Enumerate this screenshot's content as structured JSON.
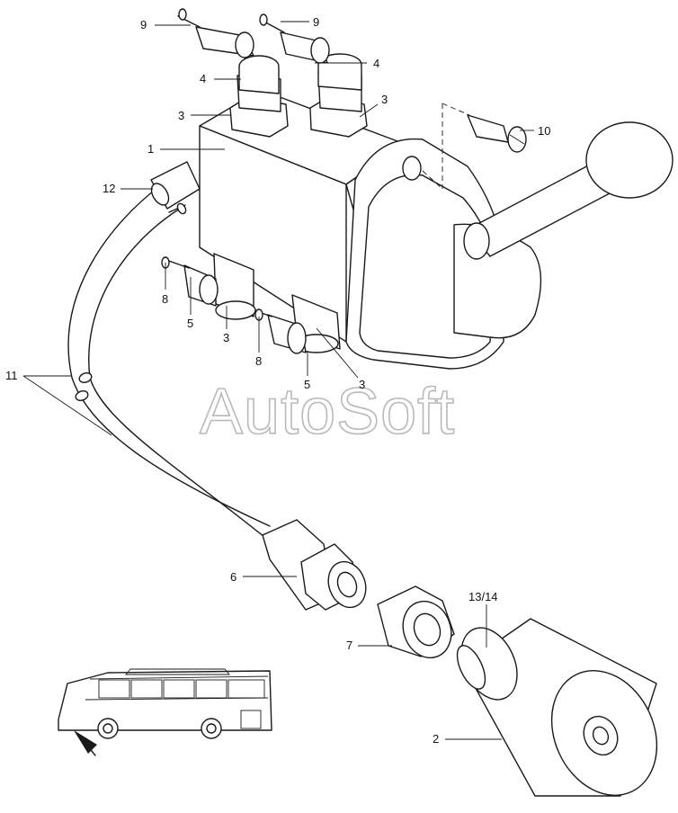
{
  "watermark": "AutoSoft",
  "callouts": [
    {
      "id": "c9a",
      "text": "9"
    },
    {
      "id": "c9b",
      "text": "9"
    },
    {
      "id": "c4a",
      "text": "4"
    },
    {
      "id": "c4b",
      "text": "4"
    },
    {
      "id": "c3a",
      "text": "3"
    },
    {
      "id": "c3b",
      "text": "3"
    },
    {
      "id": "c1",
      "text": "1"
    },
    {
      "id": "c10",
      "text": "10"
    },
    {
      "id": "c12",
      "text": "12"
    },
    {
      "id": "c8a",
      "text": "8"
    },
    {
      "id": "c5a",
      "text": "5"
    },
    {
      "id": "c3c",
      "text": "3"
    },
    {
      "id": "c8b",
      "text": "8"
    },
    {
      "id": "c5b",
      "text": "5"
    },
    {
      "id": "c3d",
      "text": "3"
    },
    {
      "id": "c11",
      "text": "11"
    },
    {
      "id": "c6",
      "text": "6"
    },
    {
      "id": "c7",
      "text": "7"
    },
    {
      "id": "c1314",
      "text": "13/14"
    },
    {
      "id": "c2",
      "text": "2"
    }
  ]
}
